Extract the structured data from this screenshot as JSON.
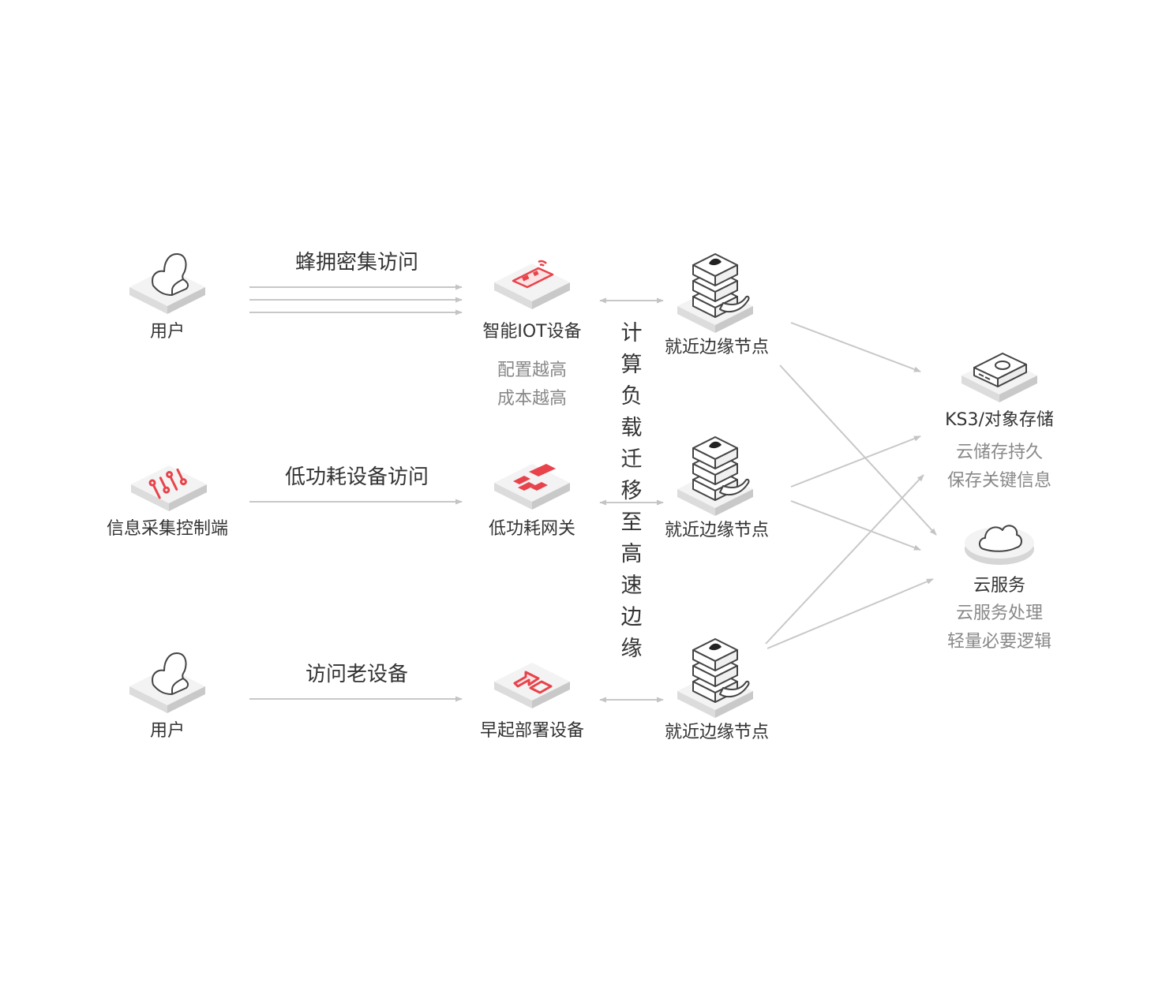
{
  "nodes": {
    "user_top": "用户",
    "info_collector": "信息采集控制端",
    "user_bottom": "用户",
    "iot_device": "智能IOT设备",
    "iot_note": [
      "配置越高",
      "成本越高"
    ],
    "gateway": "低功耗网关",
    "old_device": "早起部署设备",
    "edge_node_1": "就近边缘节点",
    "edge_node_2": "就近边缘节点",
    "edge_node_3": "就近边缘节点",
    "ks3": "KS3/对象存储",
    "ks3_note": [
      "云储存持久",
      "保存关键信息"
    ],
    "cloud": "云服务",
    "cloud_note": [
      "云服务处理",
      "轻量必要逻辑"
    ]
  },
  "edges": {
    "dense_access": "蜂拥密集访问",
    "low_power_access": "低功耗设备访问",
    "old_device_access": "访问老设备"
  },
  "migration_text": [
    "计",
    "算",
    "负",
    "载",
    "迁",
    "移",
    "至",
    "高",
    "速",
    "边",
    "缘"
  ],
  "colors": {
    "accent": "#e8434b",
    "line": "#c8c8c8",
    "platform": "#e9e9e9",
    "text": "#333333",
    "subtext": "#888888"
  },
  "icons": [
    "user-icon",
    "sliders-icon",
    "iot-device-icon",
    "gateway-icon",
    "device-arrow-icon",
    "server-whale-icon",
    "storage-box-icon",
    "cloud-icon"
  ]
}
